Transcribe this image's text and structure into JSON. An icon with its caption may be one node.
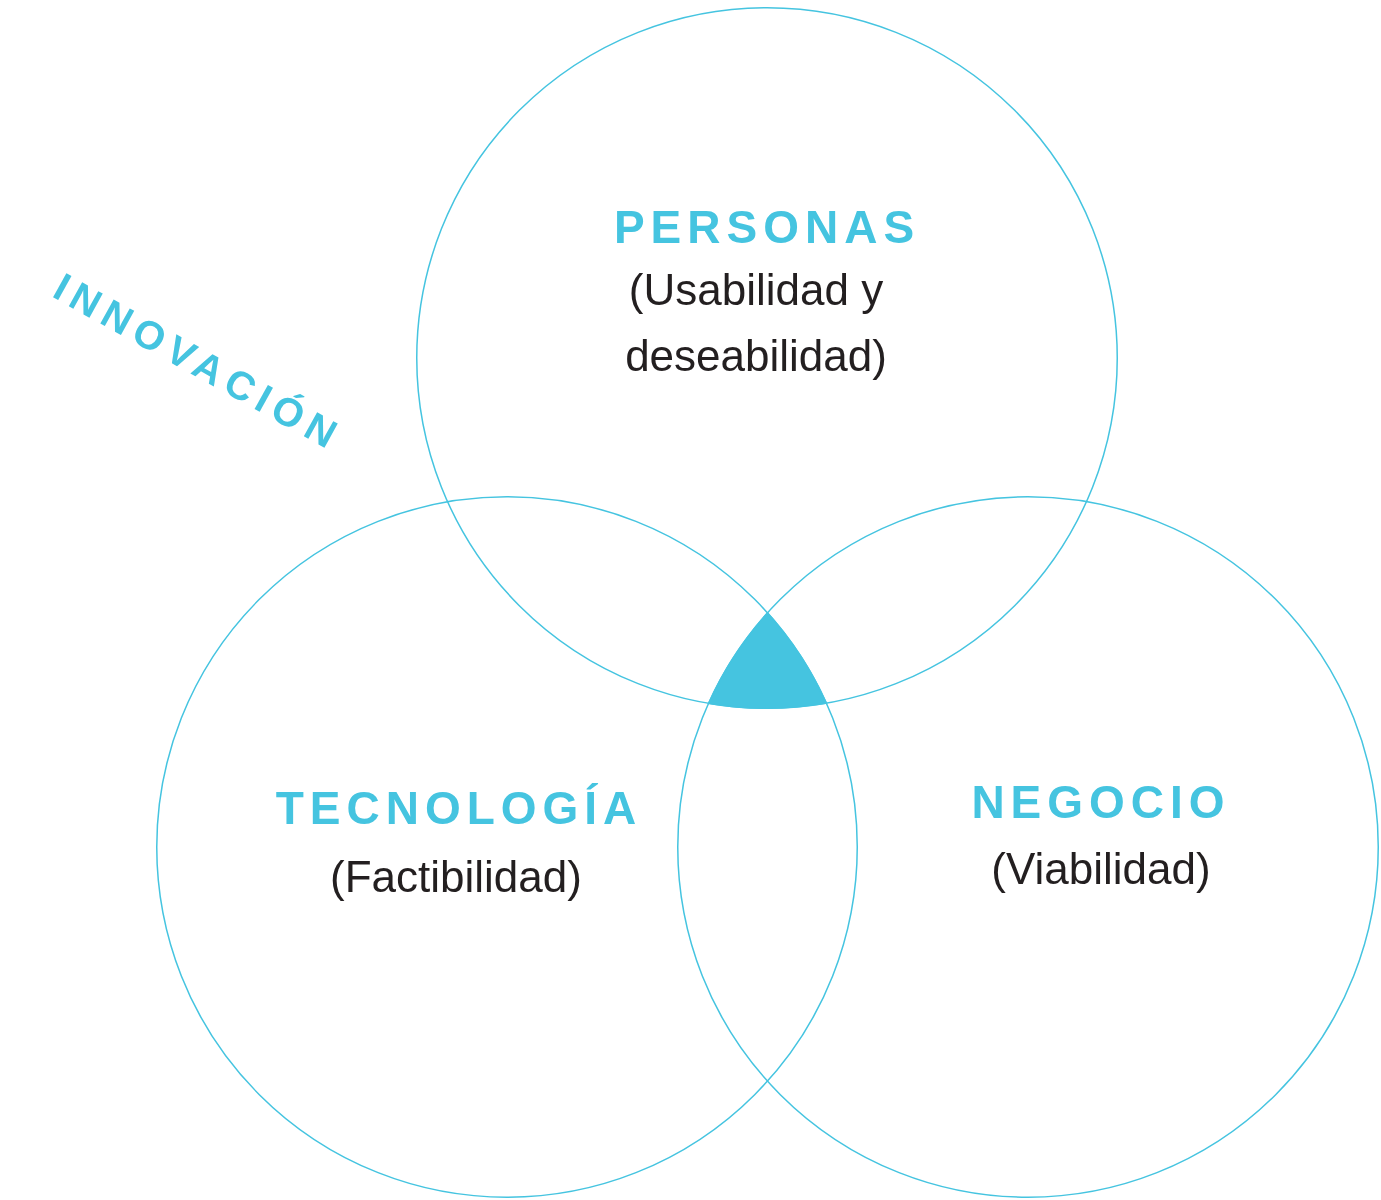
{
  "diagram": {
    "nodes": [
      {
        "text": [
          "PERSONAS",
          "(Usabilidad y deseabilidad)"
        ]
      },
      {
        "text": [
          "TECNOLOGÍA",
          "(Factibilidad)"
        ]
      },
      {
        "text": [
          "NEGOCIO",
          "(Viabilidad)"
        ]
      },
      {
        "text": [],
        "shape": "triangle"
      }
    ],
    "labels": [
      "INNOVACIÓN"
    ]
  }
}
